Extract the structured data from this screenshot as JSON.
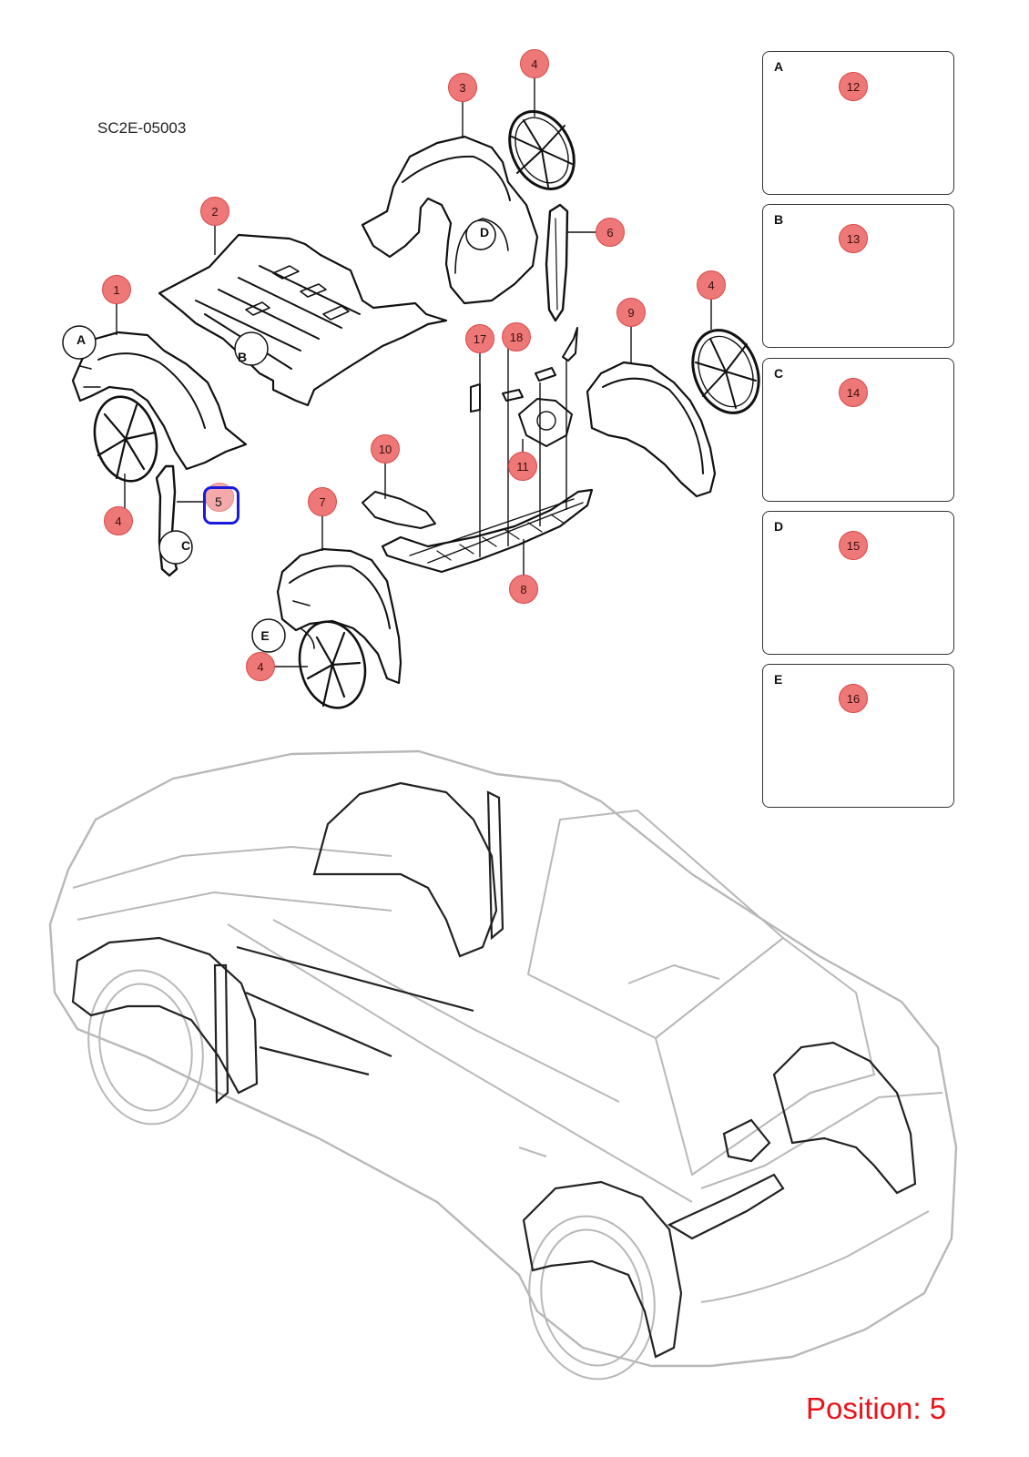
{
  "figure_code": "SC2E-05003",
  "position_label": "Position: 5",
  "highlighted_callout": "5",
  "callouts": [
    "1",
    "2",
    "3",
    "4",
    "4",
    "4",
    "4",
    "6",
    "7",
    "8",
    "9",
    "10",
    "11",
    "17",
    "18"
  ],
  "view_letters": [
    "A",
    "B",
    "C",
    "D",
    "E"
  ],
  "detail_boxes": [
    {
      "letter": "A",
      "callout": "12"
    },
    {
      "letter": "B",
      "callout": "13"
    },
    {
      "letter": "C",
      "callout": "14"
    },
    {
      "letter": "D",
      "callout": "15"
    },
    {
      "letter": "E",
      "callout": "16"
    }
  ],
  "colors": {
    "badge_fill": "#ee7777",
    "badge_stroke": "#d94a4a",
    "highlight": "#1a1adf",
    "position_text": "#e8141a",
    "line": "#111111",
    "vehicle_outline": "#b8b8b8"
  }
}
